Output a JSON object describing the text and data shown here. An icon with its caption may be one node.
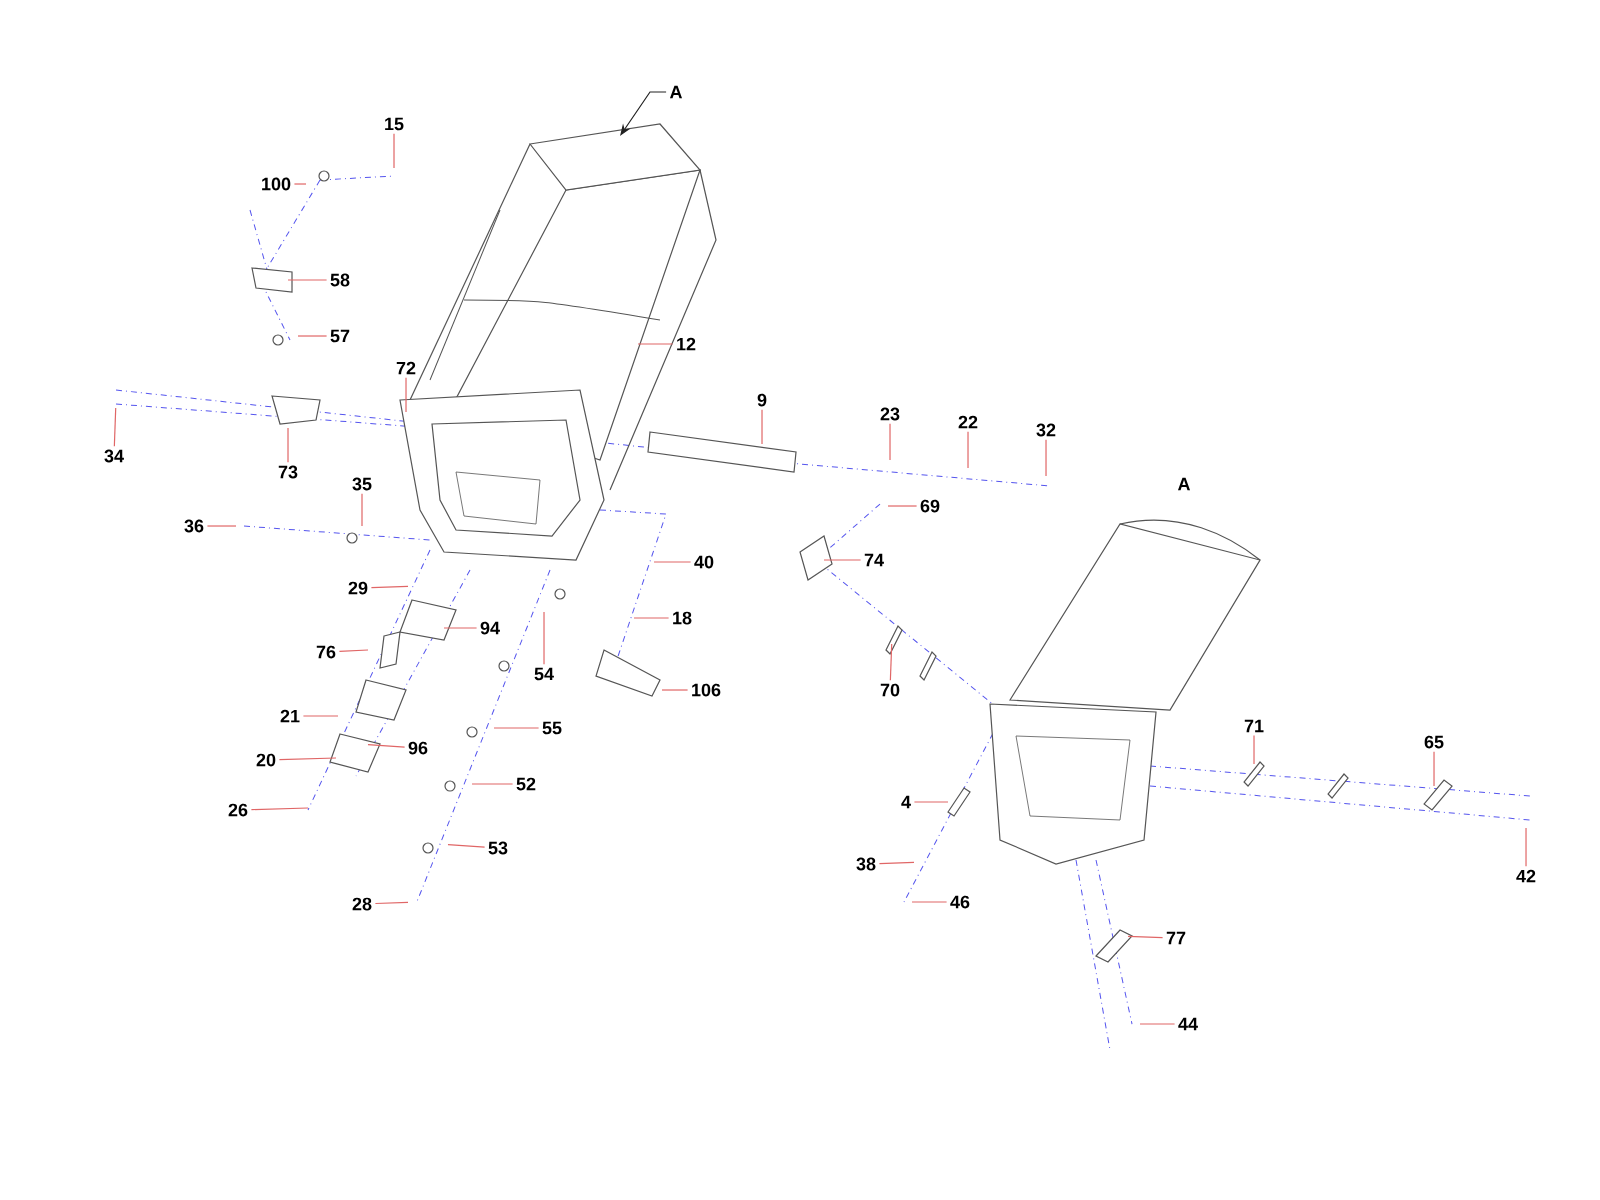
{
  "diagram": {
    "nodes": [
      {
        "text": [
          "A"
        ]
      },
      {
        "text": [
          "15"
        ]
      },
      {
        "text": [
          "100"
        ]
      },
      {
        "text": [
          "58"
        ]
      },
      {
        "text": [
          "57"
        ]
      },
      {
        "text": [
          "12"
        ]
      },
      {
        "text": [
          "72"
        ]
      },
      {
        "text": [
          "9"
        ]
      },
      {
        "text": [
          "23"
        ]
      },
      {
        "text": [
          "22"
        ]
      },
      {
        "text": [
          "32"
        ]
      },
      {
        "text": [
          "34"
        ]
      },
      {
        "text": [
          "73"
        ]
      },
      {
        "text": [
          "35"
        ]
      },
      {
        "text": [
          "69"
        ]
      },
      {
        "text": [
          "36"
        ]
      },
      {
        "text": [
          "40"
        ]
      },
      {
        "text": [
          "74"
        ]
      },
      {
        "text": [
          "29"
        ]
      },
      {
        "text": [
          "18"
        ]
      },
      {
        "text": [
          "94"
        ]
      },
      {
        "text": [
          "76"
        ]
      },
      {
        "text": [
          "54"
        ]
      },
      {
        "text": [
          "106"
        ]
      },
      {
        "text": [
          "70"
        ]
      },
      {
        "text": [
          "21"
        ]
      },
      {
        "text": [
          "55"
        ]
      },
      {
        "text": [
          "71"
        ]
      },
      {
        "text": [
          "65"
        ]
      },
      {
        "text": [
          "96"
        ]
      },
      {
        "text": [
          "20"
        ]
      },
      {
        "text": [
          "52"
        ]
      },
      {
        "text": [
          "4"
        ]
      },
      {
        "text": [
          "26"
        ]
      },
      {
        "text": [
          "53"
        ]
      },
      {
        "text": [
          "38"
        ]
      },
      {
        "text": [
          "42"
        ]
      },
      {
        "text": [
          "46"
        ]
      },
      {
        "text": [
          "28"
        ]
      },
      {
        "text": [
          "77"
        ]
      },
      {
        "text": [
          "44"
        ]
      }
    ],
    "edges": [
      {
        "from": 0,
        "to": null,
        "arrow": "to",
        "color": "#222222"
      },
      {
        "from": 1,
        "to": null,
        "arrow": "none"
      },
      {
        "from": 2,
        "to": null,
        "arrow": "none"
      },
      {
        "from": 3,
        "to": null,
        "arrow": "none"
      },
      {
        "from": 4,
        "to": null,
        "arrow": "none"
      },
      {
        "from": 5,
        "to": null,
        "arrow": "none"
      },
      {
        "from": 6,
        "to": null,
        "arrow": "none"
      },
      {
        "from": 7,
        "to": null,
        "arrow": "none"
      },
      {
        "from": 8,
        "to": null,
        "arrow": "none"
      },
      {
        "from": 9,
        "to": null,
        "arrow": "none"
      },
      {
        "from": 10,
        "to": null,
        "arrow": "none"
      },
      {
        "from": 11,
        "to": null,
        "arrow": "none"
      },
      {
        "from": 12,
        "to": null,
        "arrow": "none"
      },
      {
        "from": 13,
        "to": null,
        "arrow": "none"
      },
      {
        "from": 14,
        "to": null,
        "arrow": "none"
      },
      {
        "from": 15,
        "to": null,
        "arrow": "none"
      },
      {
        "from": 16,
        "to": null,
        "arrow": "none"
      },
      {
        "from": 17,
        "to": null,
        "arrow": "none"
      },
      {
        "from": 18,
        "to": null,
        "arrow": "none"
      },
      {
        "from": 19,
        "to": null,
        "arrow": "none"
      },
      {
        "from": 20,
        "to": null,
        "arrow": "none"
      },
      {
        "from": 21,
        "to": null,
        "arrow": "none"
      },
      {
        "from": 22,
        "to": null,
        "arrow": "none"
      },
      {
        "from": 23,
        "to": null,
        "arrow": "none"
      },
      {
        "from": 24,
        "to": null,
        "arrow": "none"
      },
      {
        "from": 25,
        "to": null,
        "arrow": "none"
      },
      {
        "from": 26,
        "to": null,
        "arrow": "none"
      },
      {
        "from": 27,
        "to": null,
        "arrow": "none"
      },
      {
        "from": 28,
        "to": null,
        "arrow": "none"
      },
      {
        "from": 29,
        "to": null,
        "arrow": "none"
      },
      {
        "from": 30,
        "to": null,
        "arrow": "none"
      },
      {
        "from": 31,
        "to": null,
        "arrow": "none"
      },
      {
        "from": 32,
        "to": null,
        "arrow": "none"
      },
      {
        "from": 33,
        "to": null,
        "arrow": "none"
      },
      {
        "from": 34,
        "to": null,
        "arrow": "none"
      },
      {
        "from": 35,
        "to": null,
        "arrow": "none"
      },
      {
        "from": 36,
        "to": null,
        "arrow": "none"
      },
      {
        "from": 37,
        "to": null,
        "arrow": "none"
      },
      {
        "from": 38,
        "to": null,
        "arrow": "none"
      },
      {
        "from": 39,
        "to": null,
        "arrow": "none"
      },
      {
        "from": 40,
        "to": null,
        "arrow": "none"
      }
    ],
    "labels": [
      "A"
    ]
  }
}
